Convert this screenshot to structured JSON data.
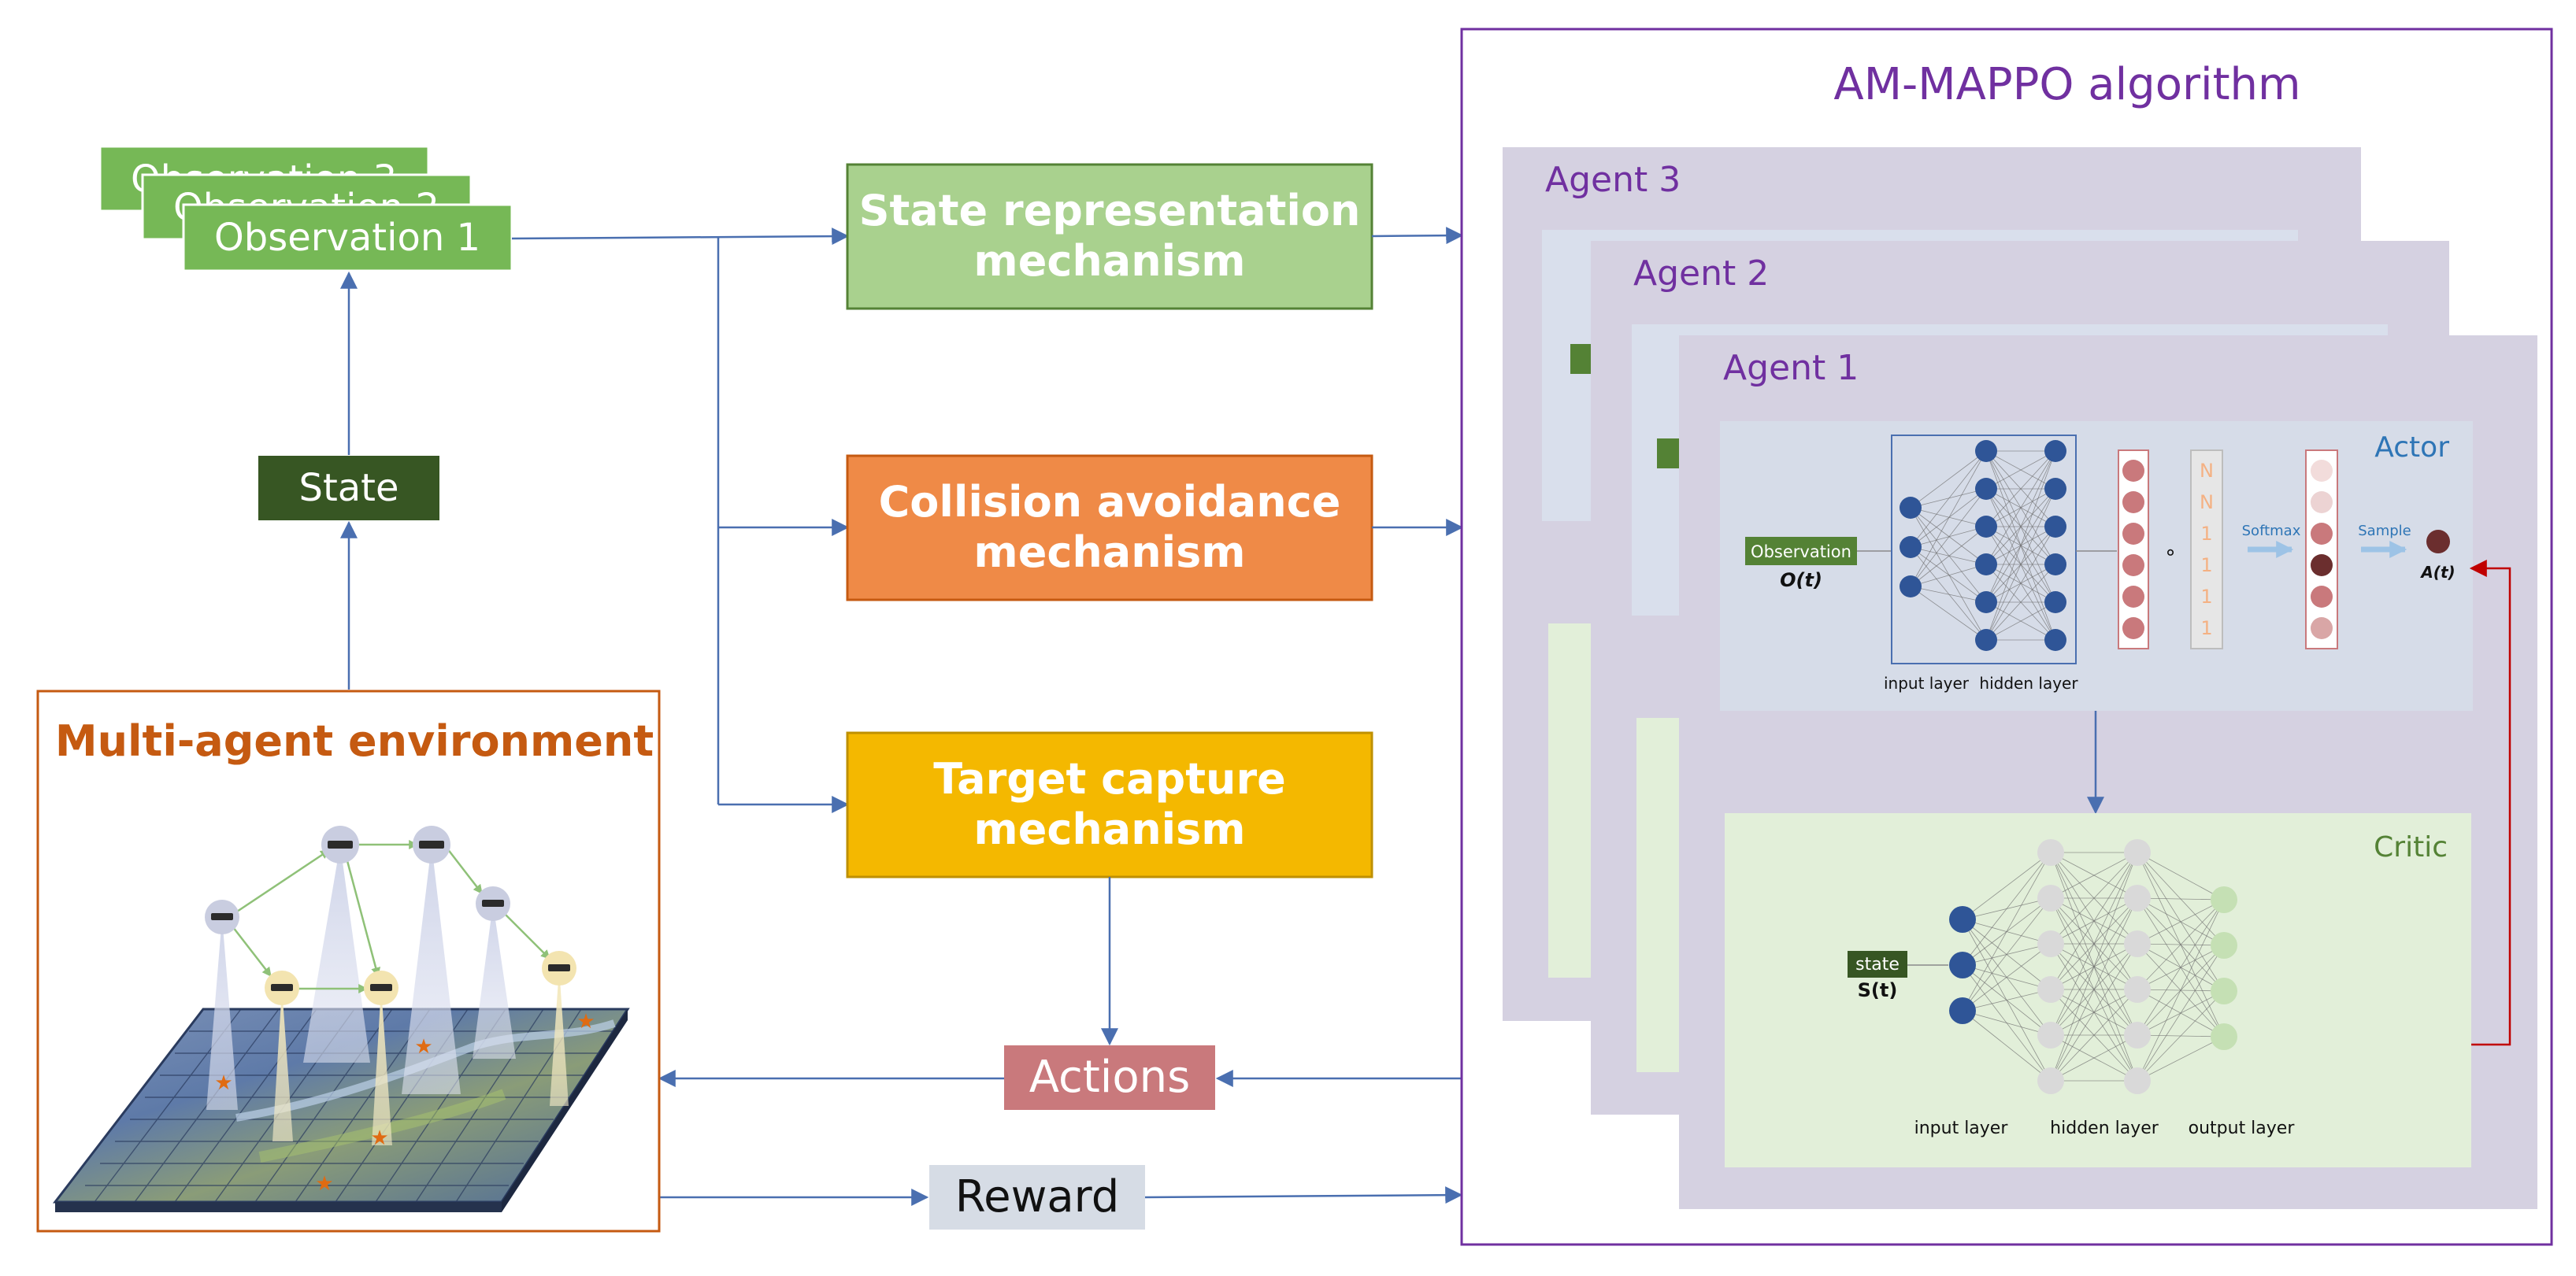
{
  "colors": {
    "arrow": "#4a6fb0",
    "obs_green": "#76b856",
    "state_dark": "#375623",
    "state_rep": "#a9d18e",
    "collision": "#ef8a47",
    "target": "#f4b800",
    "actions": "#c9797c",
    "reward": "#d6dce5",
    "env_border": "#c55a11",
    "env_title": "#c55a11",
    "algo_border": "#7030a0",
    "agent_bg": "#d5d1e1",
    "actor_bg": "#d6dce8",
    "critic_bg": "#e2efd9",
    "actor_title": "#2e75b6",
    "critic_title": "#548235",
    "node_blue": "#2f5597",
    "node_light": "#d9d9d9",
    "node_green": "#c5e0b4",
    "feedback_red": "#c00000"
  },
  "observations": {
    "items": [
      "Observation 3",
      "Observation 2",
      "Observation 1"
    ]
  },
  "state_label": "State",
  "environment": {
    "title": "Multi-agent environment"
  },
  "mechanisms": {
    "state_rep": [
      "State representation",
      "mechanism"
    ],
    "collision": [
      "Collision avoidance",
      "mechanism"
    ],
    "target": [
      "Target capture",
      "mechanism"
    ]
  },
  "actions_label": "Actions",
  "reward_label": "Reward",
  "algorithm": {
    "title": "AM-MAPPO algorithm",
    "agents": [
      "Agent 3",
      "Agent 2",
      "Agent 1"
    ],
    "actor": {
      "title": "Actor",
      "input_label": "Observation",
      "input_symbol": "O(t)",
      "layer_labels": [
        "input layer",
        "hidden layer"
      ],
      "operator": "∘",
      "mask_labels": [
        "N",
        "N",
        "1",
        "1",
        "1",
        "1"
      ],
      "softmax_label": "Softmax",
      "sample_label": "Sample",
      "output_symbol": "A(t)"
    },
    "critic": {
      "title": "Critic",
      "input_label": "state",
      "input_symbol": "S(t)",
      "layer_labels": [
        "input layer",
        "hidden layer",
        "output layer"
      ]
    }
  }
}
